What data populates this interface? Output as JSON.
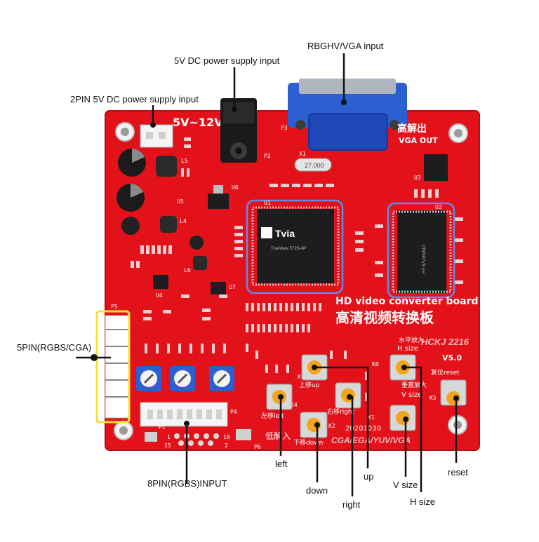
{
  "callouts": {
    "rgbhv_vga_input": "RBGHV/VGA input",
    "dc_jack_input": "5V DC power supply input",
    "pin2_input": "2PIN 5V DC power supply input",
    "pin5_rgbs_cga": "5PIN(RGBS/CGA)",
    "pin8_rgbs_input": "8PIN(RGBS)INPUT",
    "btn_left": "left",
    "btn_down": "down",
    "btn_right": "right",
    "btn_up": "up",
    "btn_vsize": "V size",
    "btn_hsize": "H size",
    "btn_reset": "reset"
  },
  "board": {
    "voltage_label": "5V~12V",
    "vga_out_cn": "高解出",
    "vga_out_en": "VGA OUT",
    "crystal": "27.000",
    "chip_brand": "Tvia",
    "chip_model": "TrueView 5725-AP",
    "ram_label": "HY 57V161610",
    "title_en": "HD video converter board",
    "title_cn": "高清视频转换板",
    "model": "HCKJ 2216",
    "version": "V5.0",
    "h_size_cn": "水平放大",
    "h_size_en": "H size",
    "v_size_cn": "垂直放大",
    "v_size_en": "V size",
    "reset_label": "复位reset",
    "up_label": "上移up",
    "left_label": "左移left",
    "right_label": "右移right",
    "down_label": "下移down",
    "date": "20201030",
    "bottom_modes": "CGA/EGA/YUV/VGA",
    "low_res": "低解入",
    "header_p1": "P1",
    "header_p2": "P2",
    "header_p3": "P3",
    "header_p4": "P4",
    "header_p5": "P5",
    "header_p6": "P6",
    "header_pin1": "1",
    "header_pin15": "15",
    "header_pin16": "16",
    "header_pin2": "2",
    "x1": "X1",
    "u1": "U1",
    "u2": "U2",
    "u3": "U3",
    "u4": "U4",
    "u5": "U5",
    "u6": "U6",
    "u7": "U7",
    "l4": "L4",
    "l5": "L5",
    "l6": "L6",
    "k0": "K0",
    "k1": "K1",
    "k2": "K2",
    "k4": "K4",
    "k5": "K5",
    "k6": "K6"
  },
  "colors": {
    "pcb": "#e3121a",
    "pcb_edge": "#b80d14",
    "silk": "#ffffff",
    "vga_blue": "#1f47b8",
    "chip": "#1d1d1f",
    "button_cap": "#f2a51c",
    "button_body": "#d8d8d8",
    "highlight_blue": "#5b8de8",
    "highlight_yellow": "#f4e23a",
    "trim_blue": "#2c5fd1"
  }
}
